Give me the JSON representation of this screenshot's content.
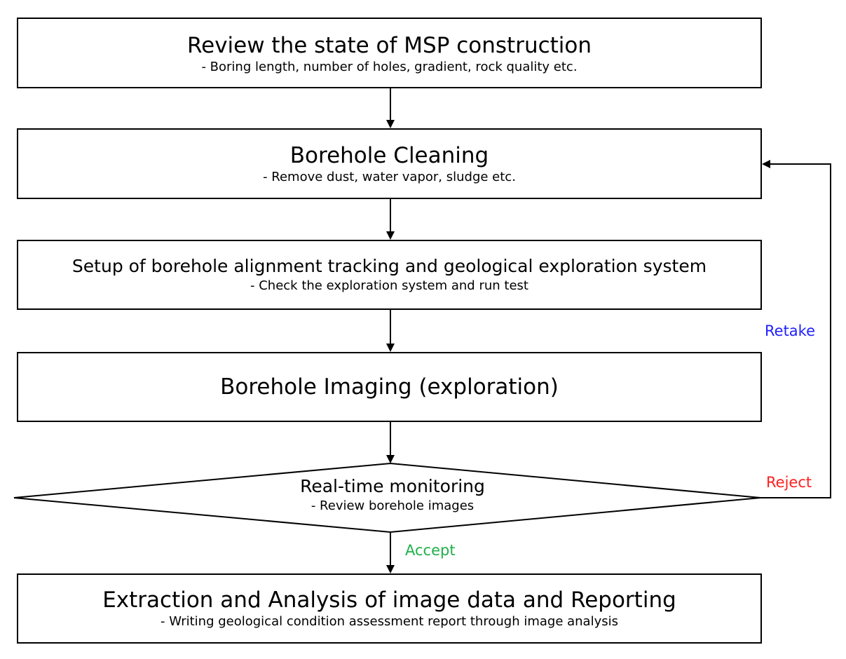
{
  "steps": [
    {
      "title": "Review the state of MSP construction",
      "subtitle": "- Boring length, number of holes, gradient, rock quality etc."
    },
    {
      "title": "Borehole Cleaning",
      "subtitle": "- Remove dust, water vapor, sludge etc."
    },
    {
      "title": "Setup of borehole alignment tracking and geological exploration system",
      "subtitle": "- Check the exploration system and run test"
    },
    {
      "title": "Borehole Imaging (exploration)"
    }
  ],
  "decision": {
    "title": "Real-time monitoring",
    "subtitle": "- Review borehole images"
  },
  "final_step": {
    "title": "Extraction and Analysis of image data and Reporting",
    "subtitle": "- Writing geological condition assessment report through image analysis"
  },
  "edge_labels": {
    "retake": "Retake",
    "reject": "Reject",
    "accept": "Accept"
  },
  "colors": {
    "retake": "#1f1fff",
    "reject": "#ff1f1f",
    "accept": "#1fb04a",
    "line": "#000000"
  }
}
